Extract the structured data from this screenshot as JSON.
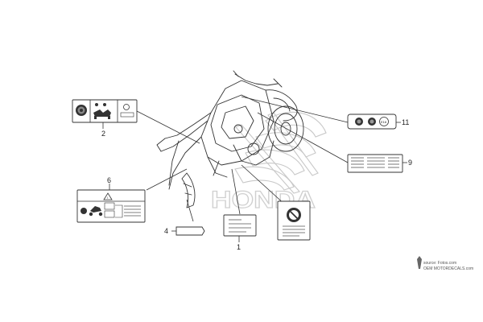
{
  "parts": {
    "p1": "1",
    "p2": "2",
    "p4": "4",
    "p6": "6",
    "p9": "9",
    "p11": "11"
  },
  "label_11_tag": "E16",
  "watermark": {
    "brand": "HONDA",
    "source_line1": "source: Fotos.com",
    "source_line2": "OEM MOTORDECALS.com"
  }
}
